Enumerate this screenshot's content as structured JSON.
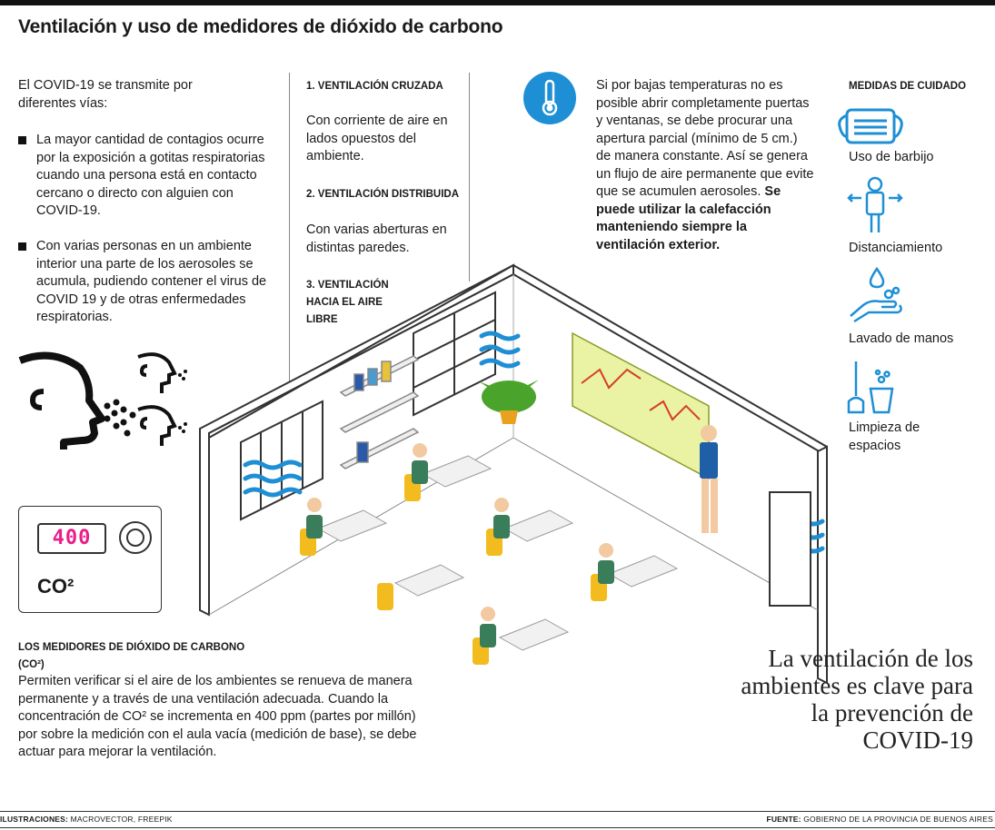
{
  "title": "Ventilación y uso de medidores de dióxido de carbono",
  "col1": {
    "intro": "El COVID-19 se transmite por diferentes vías:",
    "bullet1": "La mayor cantidad de contagios ocurre por la exposición a gotitas respiratorias cuando una persona está en contacto cercano o directo con alguien con COVID-19.",
    "bullet2": "Con varias personas en un ambiente interior una parte de los aerosoles se acumula, pudiendo contener el virus de COVID 19 y de otras enfermedades respiratorias."
  },
  "meter": {
    "reading": "400",
    "label": "CO²"
  },
  "meters": {
    "heading": "Los medidores de dióxido de carbono (CO²)",
    "text": "Permiten verificar si el aire de los ambientes se renueva de manera permanente y a través de una ventilación adecuada. Cuando la concentración de CO² se incrementa en 400 ppm (partes por millón) por sobre la medición con el aula vacía (medición de base), se debe actuar para mejorar la ventilación."
  },
  "col2": {
    "v1_title": "1. Ventilación cruzada",
    "v1_text": "Con corriente de aire en lados opuestos del ambiente.",
    "v2_title": "2. Ventilación distribuida",
    "v2_text": "Con varias aberturas en distintas paredes.",
    "v3_title": "3. Ventilación hacia el aire libre"
  },
  "col3": {
    "text": "Si por bajas temperaturas no es posible abrir completamente puertas y ventanas, se debe procurar una apertura parcial (mínimo de 5 cm.) de manera constante. Así se genera un flujo de aire permanente que evite que se acumulen aerosoles.",
    "bold": "Se puede utilizar la calefacción manteniendo siempre la ventilación exterior."
  },
  "measures": {
    "heading": "Medidas de cuidado",
    "items": [
      "Uso de barbijo",
      "Distanciamiento",
      "Lavado de manos",
      "Limpieza de espacios"
    ]
  },
  "quote": "La ventilación de los ambientes es clave para la prevención de COVID-19",
  "footer": {
    "ill_label": "ILUSTRACIONES:",
    "ill_value": "MACROVECTOR, FREEPIK",
    "src_label": "FUENTE:",
    "src_value": "GOBIERNO DE LA PROVINCIA DE BUENOS AIRES"
  },
  "colors": {
    "accent": "#1e8fd5",
    "display": "#e8208c",
    "board": "#eaf2a4",
    "chair": "#f2bb1e"
  }
}
